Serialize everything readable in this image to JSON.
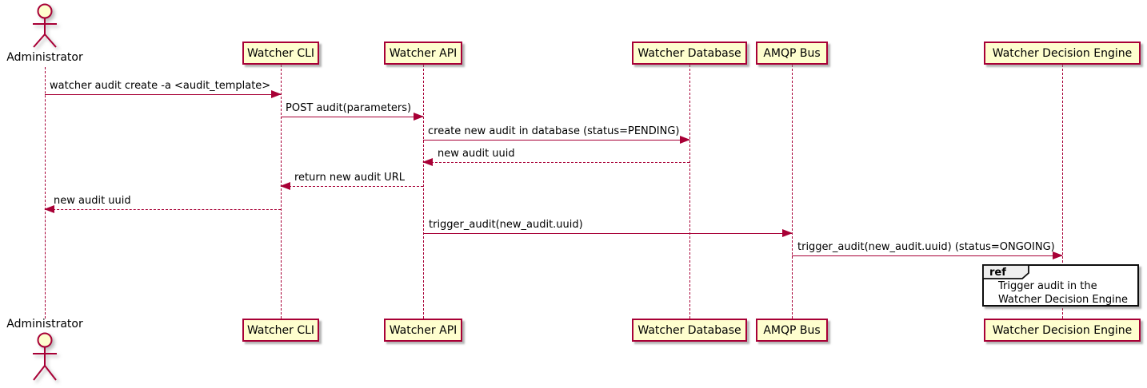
{
  "diagram_type": "uml-sequence",
  "colors": {
    "participant_fill": "#FEFECE",
    "stroke": "#A80036",
    "ref_border": "#0c0c0c",
    "ref_header_fill": "#EEEEEE",
    "background": "#FFFFFF"
  },
  "actor": {
    "name": "Administrator"
  },
  "participants": [
    {
      "label": "Watcher CLI"
    },
    {
      "label": "Watcher API"
    },
    {
      "label": "Watcher Database"
    },
    {
      "label": "AMQP Bus"
    },
    {
      "label": "Watcher Decision Engine"
    }
  ],
  "messages": [
    {
      "text": "watcher audit create -a <audit_template>",
      "from": "Administrator",
      "to": "Watcher CLI",
      "style": "solid"
    },
    {
      "text": "POST audit(parameters)",
      "from": "Watcher CLI",
      "to": "Watcher API",
      "style": "solid"
    },
    {
      "text": "create new audit in database (status=PENDING)",
      "from": "Watcher API",
      "to": "Watcher Database",
      "style": "solid"
    },
    {
      "text": "new audit uuid",
      "from": "Watcher Database",
      "to": "Watcher API",
      "style": "dashed-return"
    },
    {
      "text": "return new audit URL",
      "from": "Watcher API",
      "to": "Watcher CLI",
      "style": "dashed-return"
    },
    {
      "text": "new audit uuid",
      "from": "Watcher CLI",
      "to": "Administrator",
      "style": "dashed-return"
    },
    {
      "text": "trigger_audit(new_audit.uuid)",
      "from": "Watcher API",
      "to": "AMQP Bus",
      "style": "solid"
    },
    {
      "text": "trigger_audit(new_audit.uuid) (status=ONGOING)",
      "from": "AMQP Bus",
      "to": "Watcher Decision Engine",
      "style": "solid"
    }
  ],
  "ref": {
    "keyword": "ref",
    "lines": {
      "0": "Trigger audit in the",
      "1": "Watcher Decision Engine"
    }
  }
}
